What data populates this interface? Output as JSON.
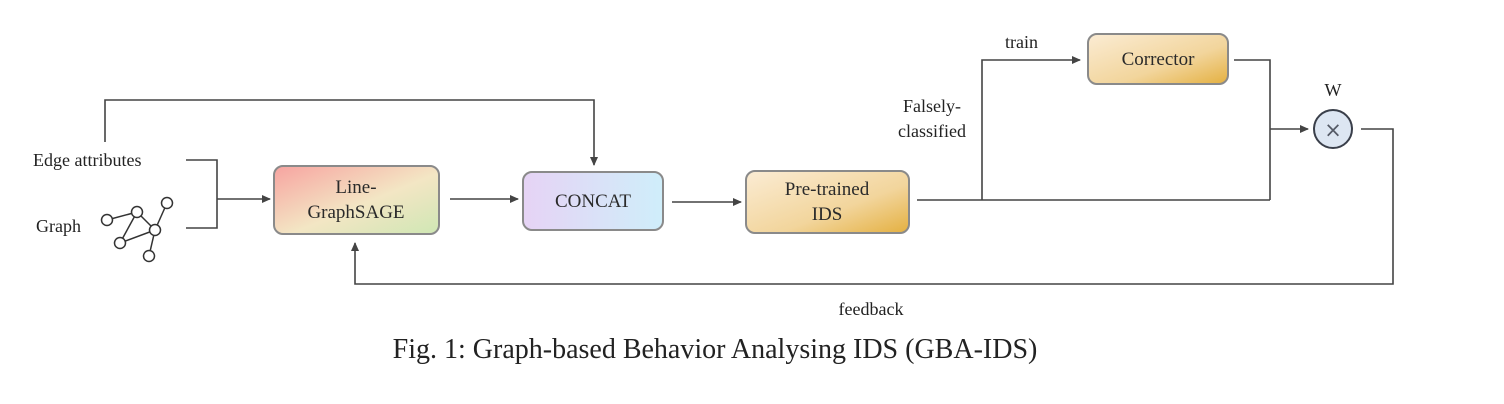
{
  "inputs": {
    "edge_attributes": "Edge attributes",
    "graph": "Graph"
  },
  "blocks": {
    "line_graphsage": [
      "Line-",
      "GraphSAGE"
    ],
    "concat": "CONCAT",
    "pretrained_ids": [
      "Pre-trained",
      "IDS"
    ],
    "corrector": "Corrector",
    "multiply_symbol": "×"
  },
  "labels": {
    "train": "train",
    "falsely_classified": [
      "Falsely-",
      "classified"
    ],
    "weight": "W",
    "feedback": "feedback"
  },
  "caption": "Fig. 1: Graph-based Behavior Analysing IDS (GBA-IDS)"
}
